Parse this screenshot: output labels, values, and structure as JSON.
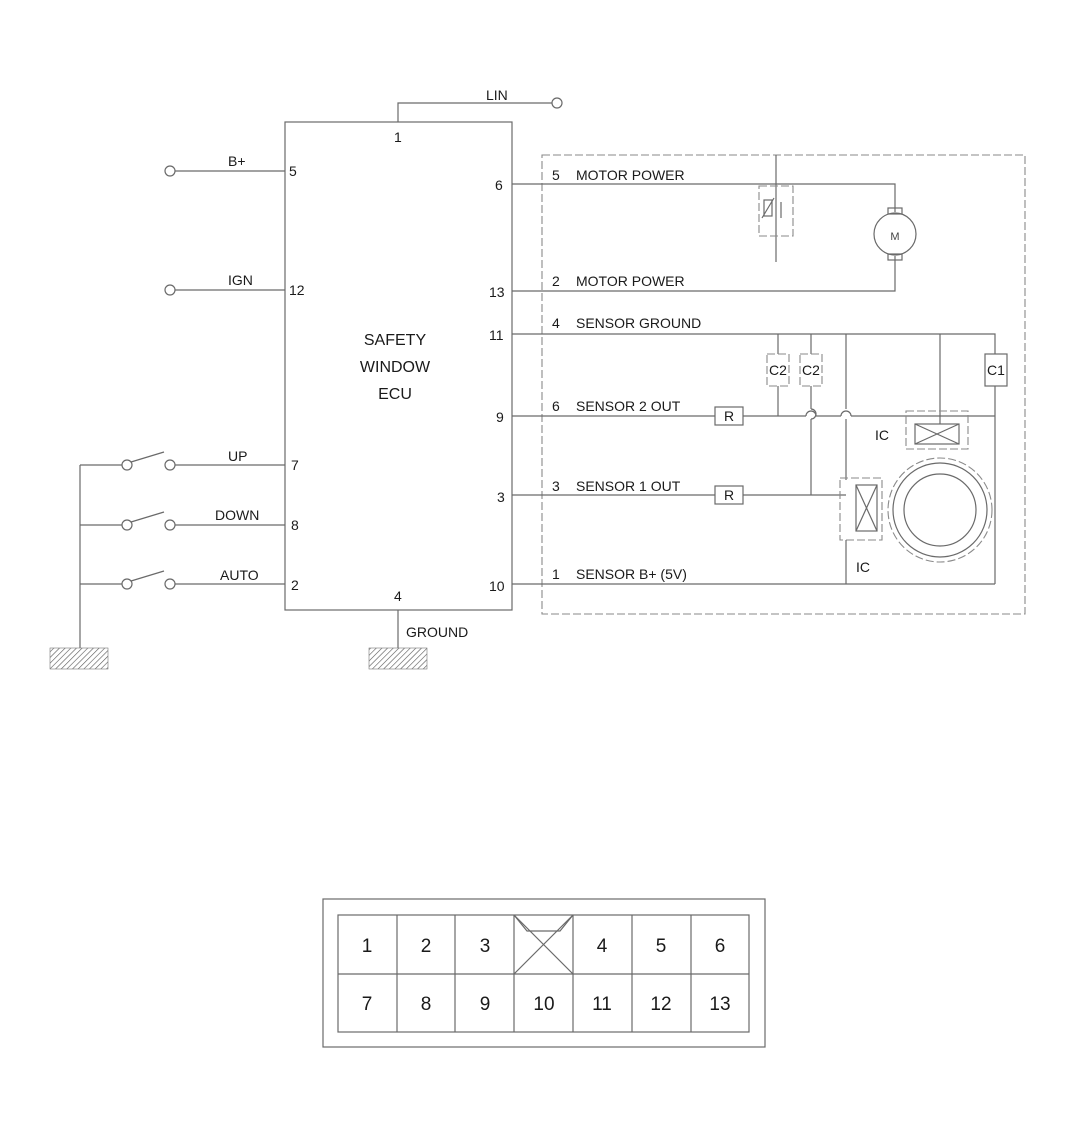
{
  "ecu": {
    "name_lines": [
      "SAFETY",
      "WINDOW",
      "ECU"
    ],
    "pins": {
      "lin": "1",
      "b_plus": "5",
      "ign": "12",
      "up": "7",
      "down": "8",
      "auto": "2",
      "ground": "4",
      "motor_power_a": "6",
      "motor_power_b": "13",
      "sensor_ground": "11",
      "sensor_2_out": "9",
      "sensor_1_out": "3",
      "sensor_b_plus": "10"
    }
  },
  "inputs": {
    "lin_label": "LIN",
    "b_plus_label": "B+",
    "ign_label": "IGN",
    "up_label": "UP",
    "down_label": "DOWN",
    "auto_label": "AUTO",
    "ground_label": "GROUND"
  },
  "motor_module": {
    "lines": [
      {
        "pin": "5",
        "label": "MOTOR POWER"
      },
      {
        "pin": "2",
        "label": "MOTOR POWER"
      },
      {
        "pin": "4",
        "label": "SENSOR GROUND"
      },
      {
        "pin": "6",
        "label": "SENSOR 2 OUT"
      },
      {
        "pin": "3",
        "label": "SENSOR 1 OUT"
      },
      {
        "pin": "1",
        "label": "SENSOR B+ (5V)"
      }
    ],
    "components": {
      "resistor_label": "R",
      "cap_c2_label": "C2",
      "cap_c1_label": "C1",
      "ic_label": "IC",
      "motor_symbol": "M"
    }
  },
  "connector": {
    "row1": [
      "1",
      "2",
      "3",
      "",
      "4",
      "5",
      "6"
    ],
    "row2": [
      "7",
      "8",
      "9",
      "10",
      "11",
      "12",
      "13"
    ]
  }
}
